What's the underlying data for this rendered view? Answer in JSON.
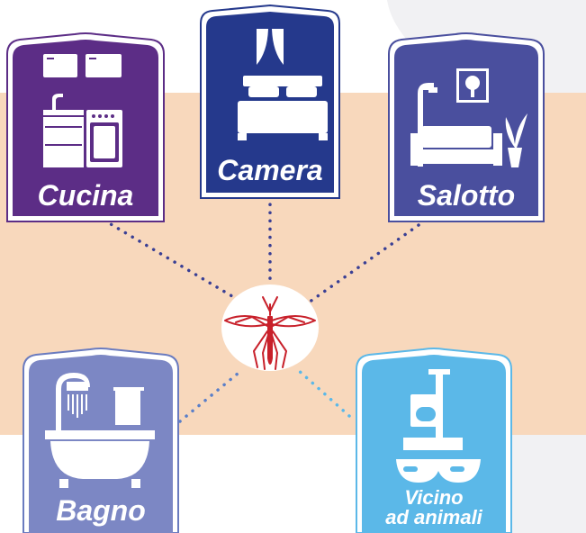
{
  "rooms": {
    "kitchen": {
      "label": "Cucina",
      "icon": "kitchen-icon"
    },
    "bedroom": {
      "label": "Camera",
      "icon": "bed-icon"
    },
    "living_room": {
      "label": "Salotto",
      "icon": "sofa-icon"
    },
    "bathroom": {
      "label": "Bagno",
      "icon": "bathtub-icon"
    },
    "near_pets": {
      "label_line1": "Vicino",
      "label_line2": "ad animali",
      "icon": "pet-tower-icon"
    }
  },
  "center": {
    "icon": "mosquito-icon"
  },
  "colors": {
    "band": "#f8d8bc",
    "kitchen": "#5c2d86",
    "bedroom": "#25398c",
    "living_room": "#4a4f9e",
    "bathroom": "#7c87c4",
    "near_pets": "#5bb8e8",
    "mosquito": "#c8202a",
    "connector_dark": "#3a3f94",
    "connector_light": "#5bb8e8"
  }
}
